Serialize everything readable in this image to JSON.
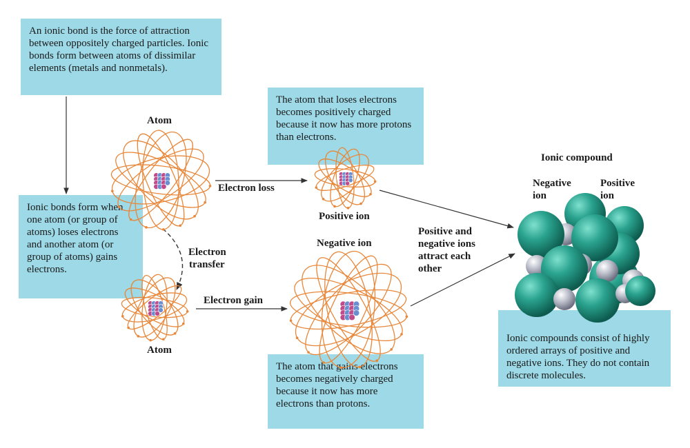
{
  "boxes": {
    "intro": "An ionic bond is the force of attraction between oppositely charged particles. Ionic bonds form between atoms of dissimilar elements (metals and nonmetals).",
    "form": "Ionic bonds form when one atom (or group of atoms) loses electrons and another atom (or group of atoms) gains electrons.",
    "loses": "The atom that loses electrons becomes positively charged because it now has more protons than electrons.",
    "gains": "The atom that gains electrons becomes negatively charged because it now has more electrons than protons.",
    "compound": "Ionic compounds consist of highly ordered arrays of positive and negative ions. They do not contain discrete molecules."
  },
  "labels": {
    "atom_top": "Atom",
    "atom_bottom": "Atom",
    "electron_loss": "Electron loss",
    "electron_gain": "Electron gain",
    "electron_transfer_1": "Electron",
    "electron_transfer_2": "transfer",
    "positive_ion": "Positive ion",
    "negative_ion": "Negative ion",
    "attract_1": "Positive and",
    "attract_2": "negative ions",
    "attract_3": "attract each",
    "attract_4": "other",
    "ionic_compound": "Ionic compound",
    "neg_ion_1": "Negative",
    "neg_ion_2": "ion",
    "pos_ion_1": "Positive",
    "pos_ion_2": "ion"
  },
  "colors": {
    "box_fill": "#9dd9e6",
    "orbit": "#e8873a",
    "large_sphere": "#2aa38e",
    "small_sphere": "#b9bcc8",
    "proton": "#c04a8a",
    "neutron": "#6a8fd0"
  }
}
